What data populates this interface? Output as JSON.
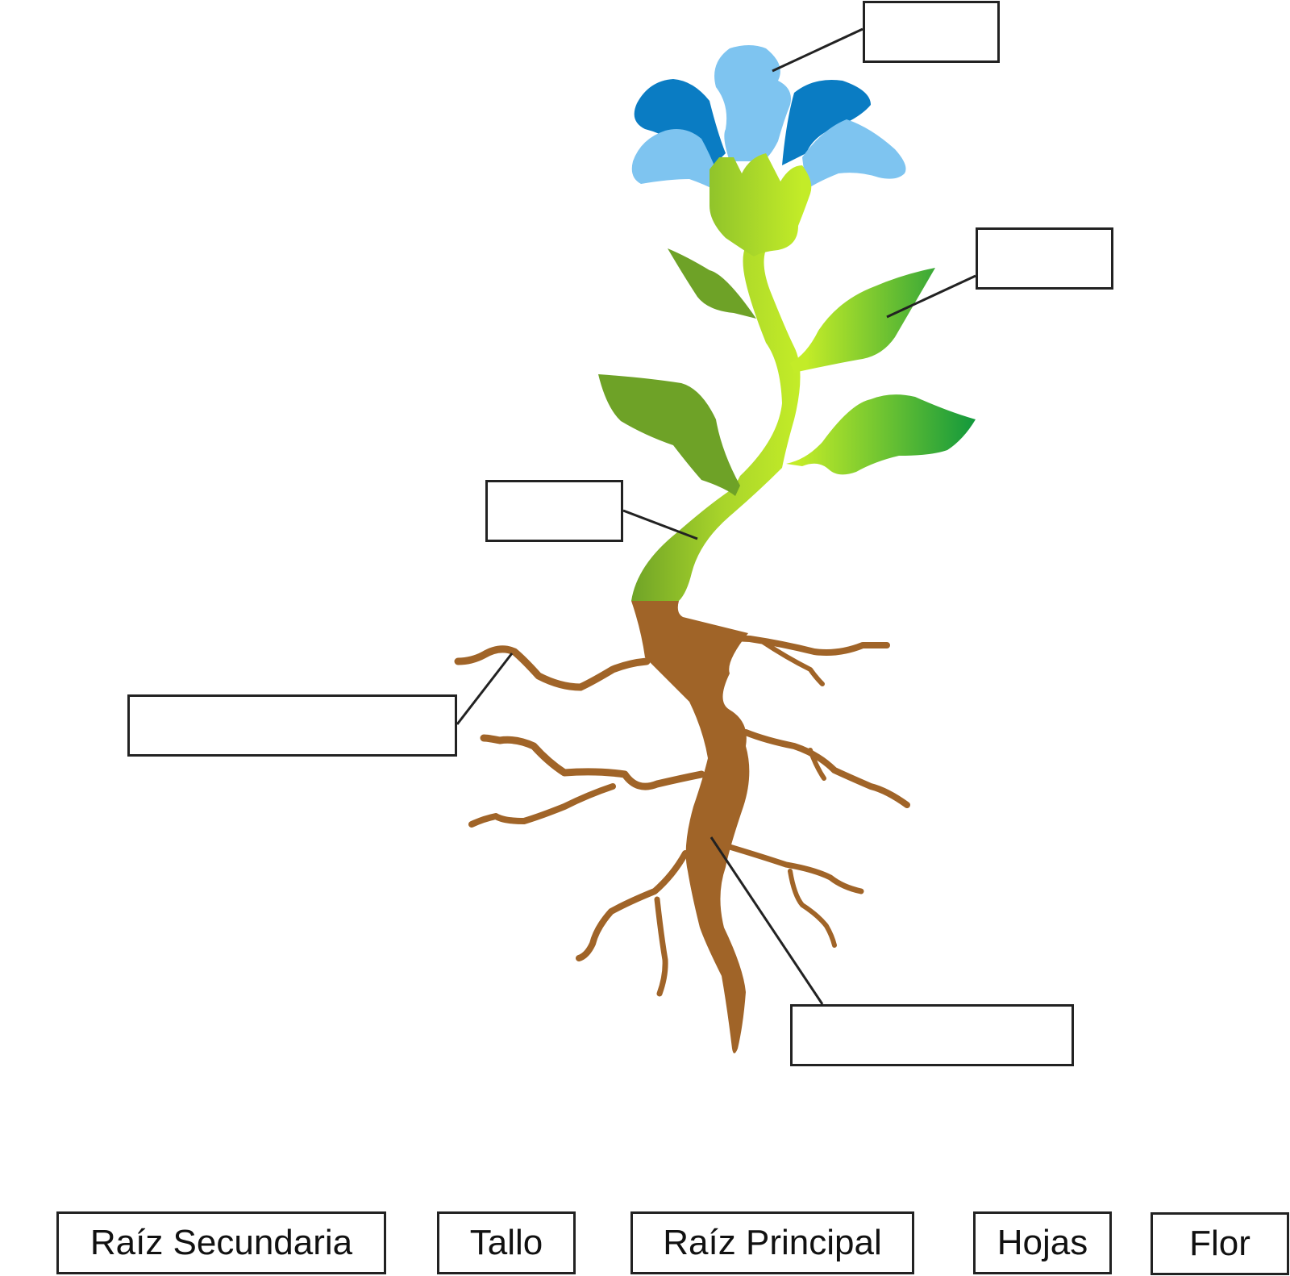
{
  "diagram": {
    "blank_labels": [
      "flor",
      "hojas",
      "tallo",
      "raiz-secundaria",
      "raiz-principal"
    ]
  },
  "word_bank": {
    "items": [
      {
        "label": "Raíz Secundaria"
      },
      {
        "label": "Tallo"
      },
      {
        "label": "Raíz Principal"
      },
      {
        "label": "Hojas"
      },
      {
        "label": "Flor"
      }
    ]
  },
  "colors": {
    "root": "#a06428",
    "petal_light": "#7ec4f0",
    "petal_dark": "#0a7cc3",
    "leaf_dark": "#6ea227",
    "leaf_bright": "#c3ec28",
    "leaf_deep": "#12983c",
    "outline": "#222222"
  }
}
